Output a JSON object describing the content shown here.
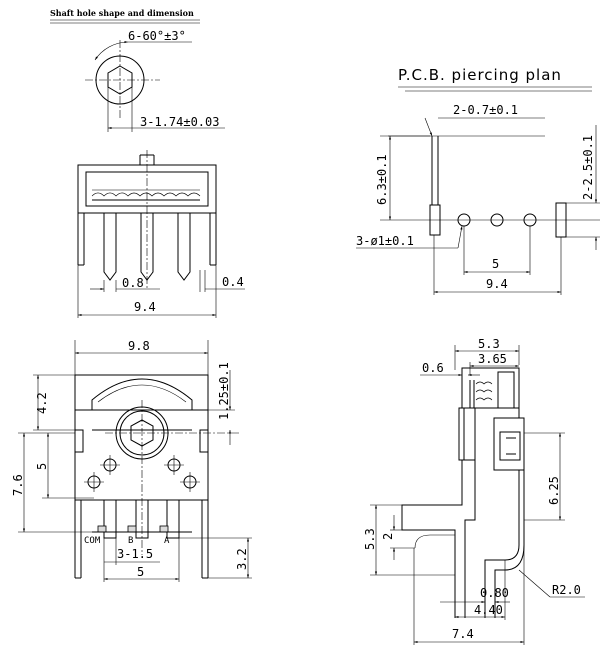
{
  "titles": {
    "shaft": "Shaft hole shape and dimension",
    "pcb": "P.C.B. piercing plan"
  },
  "shaft_view": {
    "angle": "6-60°±3°",
    "hex": "3-1.74±0.03"
  },
  "front_view": {
    "d_08": "0.8",
    "d_04": "0.4",
    "d_94": "9.4"
  },
  "pcb_plan": {
    "d_slot": "2-0.7±0.1",
    "d_63": "6.3±0.1",
    "d_25": "2-2.5±0.1",
    "d_holes": "3-ø1±0.1",
    "d_5": "5",
    "d_94": "9.4"
  },
  "bottom_view": {
    "d_98": "9.8",
    "d_42": "4.2",
    "d_125": "1.25±0.1",
    "d_5v": "5",
    "d_76": "7.6",
    "d_15": "3-1.5",
    "d_5h": "5",
    "d_32": "3.2",
    "pin_com": "COM",
    "pin_b": "B",
    "pin_a": "A"
  },
  "side_view": {
    "d_53": "5.3",
    "d_365": "3.65",
    "d_06": "0.6",
    "d_625": "6.25",
    "d_53v": "5.3",
    "d_2": "2",
    "d_080": "0.80",
    "d_440": "4.40",
    "d_74": "7.4",
    "d_r2": "R2.0"
  }
}
